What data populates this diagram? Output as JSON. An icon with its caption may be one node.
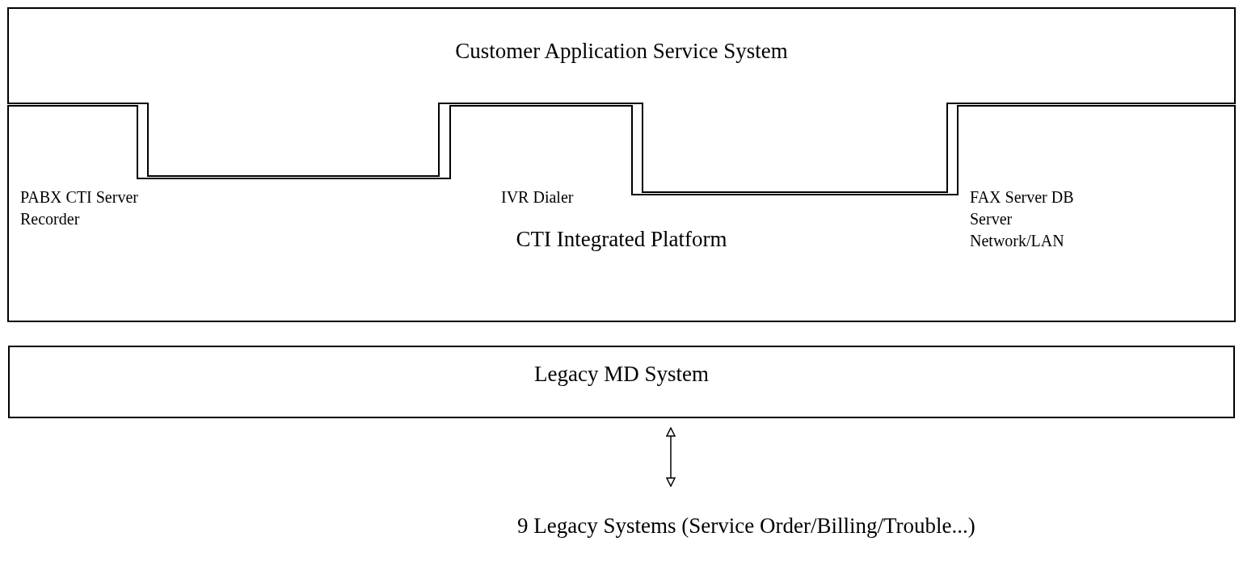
{
  "diagram": {
    "nodes": [
      {
        "text": [
          "Customer Application Service System"
        ]
      },
      {
        "text": [
          "PABX CTI Server Recorder",
          "IVR Dialer",
          "FAX Server DB Server Network/LAN",
          "CTI Integrated Platform"
        ]
      },
      {
        "text": [
          "Legacy MD System"
        ]
      },
      {
        "text": [
          "9 Legacy Systems (Service Order/Billing/Trouble...)"
        ]
      }
    ],
    "edges": [
      {
        "from": 2,
        "to": 3,
        "arrow": "both"
      }
    ]
  }
}
